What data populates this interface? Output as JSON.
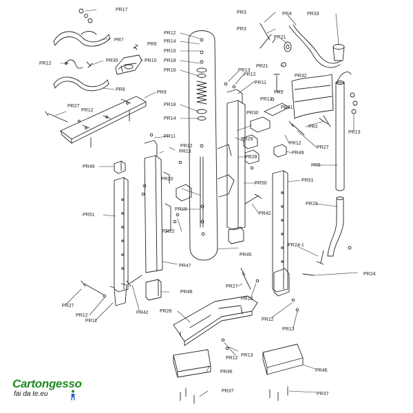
{
  "labels": {
    "pr17": "PR17",
    "pr7": "PR7",
    "pr6": "PR6",
    "pr35": "PR35",
    "pr12_a": "PR12",
    "pr10": "PR10",
    "pr8": "PR8",
    "pr9": "PR9",
    "pr27_a": "PR27",
    "pr12_b": "PR12",
    "pr12_c": "PR12",
    "pr14_a": "PR14",
    "pr15": "PR15",
    "pr18_a": "PR18",
    "pr16": "PR16",
    "pr18_b": "PR18",
    "pr14_b": "PR14",
    "pr3_a": "PR3",
    "pr3_b": "PR3",
    "pr4": "PR4",
    "pr33": "PR33",
    "pr21_a": "PR21",
    "pr21_b": "PR21",
    "pr13_a": "PR13",
    "pr12_d": "PR12",
    "pr11_a": "PR11",
    "pr32": "PR32",
    "pr1": "PR1",
    "pr12_e": "PR12",
    "pr31": "PR31",
    "pr30": "PR30",
    "pr2": "PR2",
    "pr13_b": "PR13",
    "pr29": "PR29",
    "pr12_f": "PR12",
    "pr27_b": "PR27",
    "pr28": "PR28",
    "pr49_a": "PR49",
    "pr5": "PR5",
    "pr11_b": "PR11",
    "pr12_g": "PR12",
    "pr13_c": "PR13",
    "pr49_b": "PR49",
    "pr20": "PR20",
    "pr50": "PR50",
    "pr51_a": "PR51",
    "pr23": "PR23",
    "pr42_a": "PR42",
    "pr19": "PR19",
    "pr51_b": "PR51",
    "pr22": "PR22",
    "pr24_1": "PR24-1",
    "pr45": "PR45",
    "pr47": "PR47",
    "pr24": "PR24",
    "pr27_c": "PR27",
    "pr12_h": "PR12",
    "pr48": "PR48",
    "pr27_d": "PR27",
    "pr12_i": "PR12",
    "pr11_c": "PR11",
    "pr42_b": "PR42",
    "pr26": "PR26",
    "pr12_j": "PR12",
    "pr13_d": "PR13",
    "pr12_k": "PR12",
    "pr13_e": "PR13",
    "pr46_a": "PR46",
    "pr46_b": "PR46",
    "pr37_a": "PR37",
    "pr37_b": "PR37"
  },
  "logo": {
    "brand": "Cartongesso",
    "tagline": "fai da te.eu"
  }
}
